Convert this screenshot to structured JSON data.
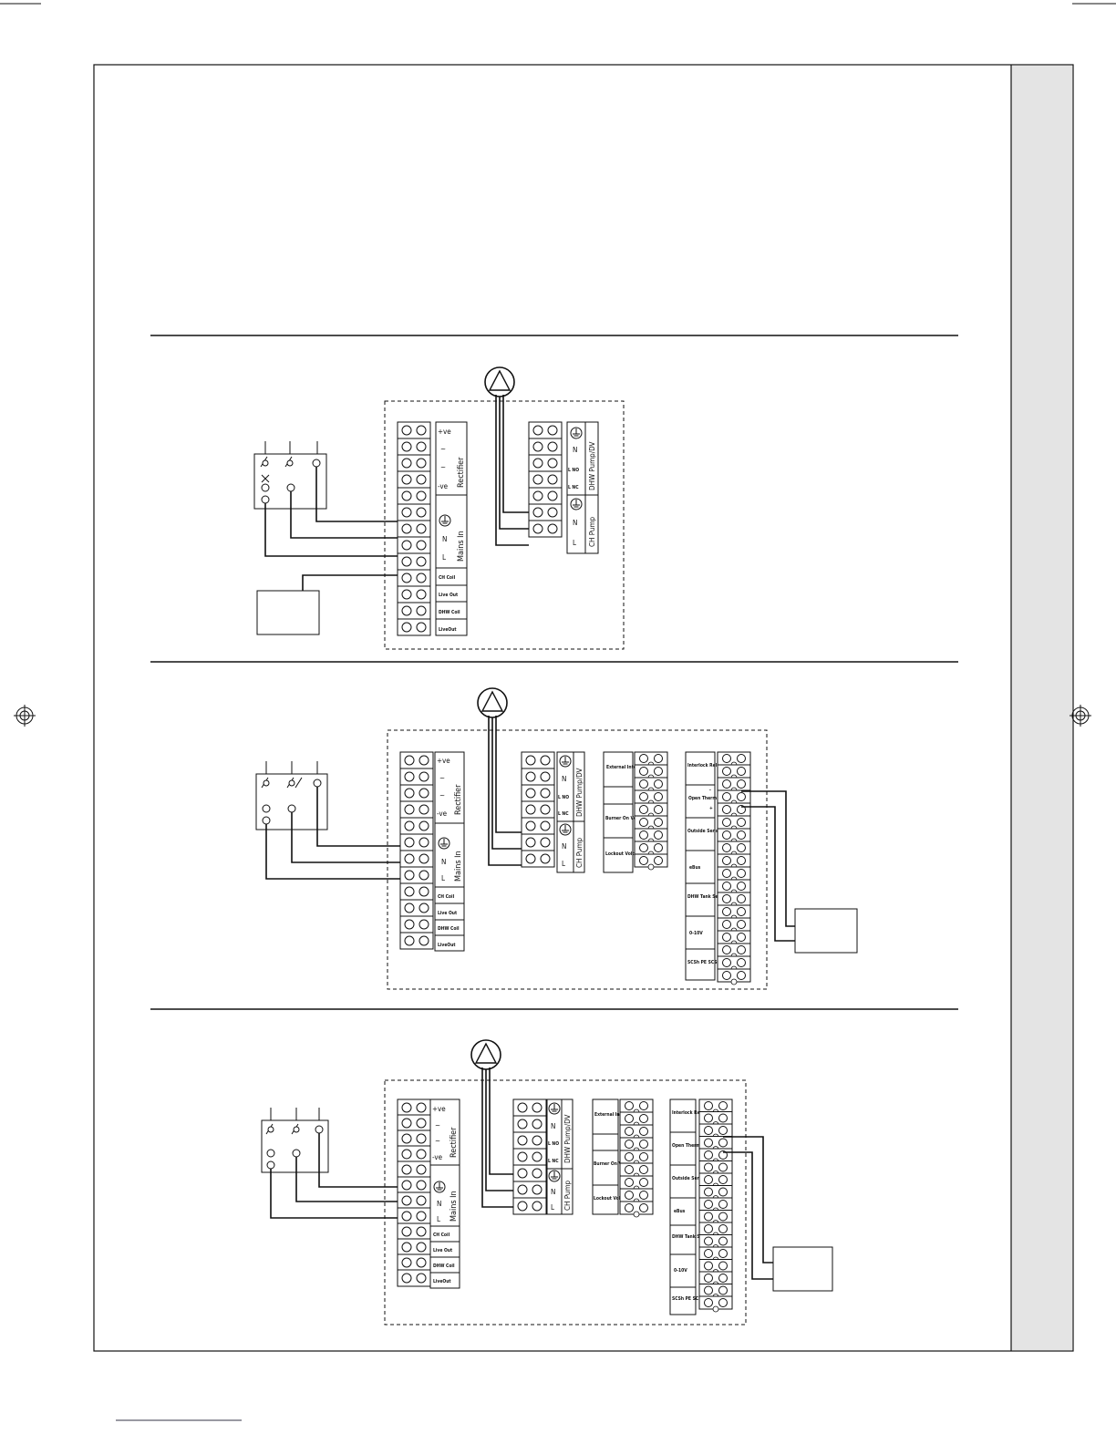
{
  "terminals": {
    "rectifier": {
      "plus": "+ve",
      "tilde": "~",
      "minus": "-ve",
      "title": "Rectifier"
    },
    "mains": {
      "n": "N",
      "l": "L",
      "title": "Mains In"
    },
    "ch_coil": "CH Coil",
    "live_out": "Live Out",
    "dhw_coil": "DHW Coil",
    "live_out2": "LiveOut",
    "dhw_pump": {
      "n": "N",
      "l_no": "L NO",
      "l_nc": "L NC",
      "title": "DHW Pump/DV"
    },
    "ch_pump": {
      "n": "N",
      "l": "L",
      "title": "CH Pump"
    },
    "external_interlock": "External Interlock",
    "burner_on": "Burner On Volt Free Relay",
    "lockout": "Lockout Volt Free Relay",
    "interlock_relay": "Interlock Relay Contacts",
    "open_therm": "Open Therm",
    "outside_sensor": "Outside Sensor",
    "ebus": "eBus",
    "dhw_tank": "DHW Tank Sensor",
    "zero_ten": "0-10V",
    "scsh": "SCSh PE SCSh PE",
    "minus": "-",
    "plus": "+"
  },
  "colors": {
    "line": "#111111",
    "sidebar": "#e4e4e4"
  },
  "icons": [
    "pump-icon",
    "switch-icon",
    "earth-icon",
    "registration-mark-icon"
  ]
}
